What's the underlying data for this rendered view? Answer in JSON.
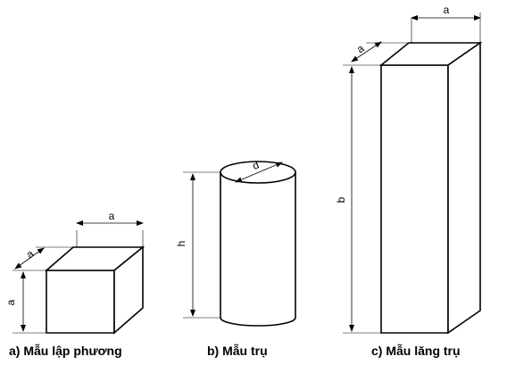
{
  "specimens": {
    "cube": {
      "caption": "a)  Mẫu lập phương",
      "dim_top": "a",
      "dim_depth": "a",
      "dim_height": "a"
    },
    "cylinder": {
      "caption": "b)   Mẫu trụ",
      "dim_diameter": "d",
      "dim_height": "h"
    },
    "prism": {
      "caption": "c)  Mẫu lăng trụ",
      "dim_top": "a",
      "dim_depth": "a",
      "dim_height": "b"
    }
  }
}
